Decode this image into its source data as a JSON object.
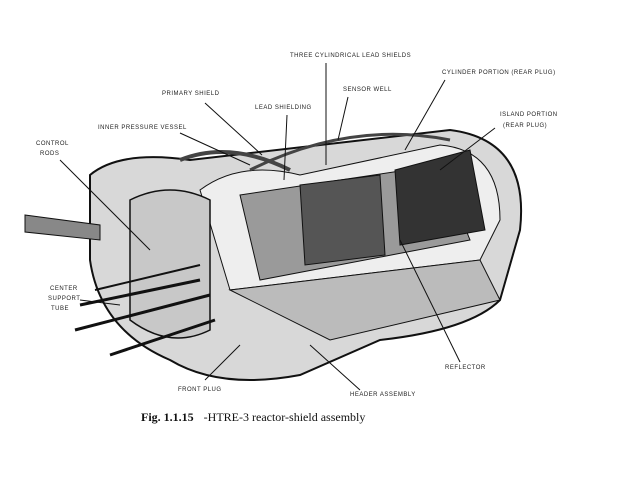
{
  "labels": {
    "three_lead_shields": "THREE CYLINDRICAL LEAD SHIELDS",
    "cylinder_portion": "CYLINDER PORTION (REAR PLUG)",
    "primary_shield": "PRIMARY SHIELD",
    "sensor_well": "SENSOR WELL",
    "lead_shielding": "LEAD SHIELDING",
    "island_portion_1": "ISLAND PORTION",
    "island_portion_2": "(REAR PLUG)",
    "inner_pressure_vessel": "INNER PRESSURE VESSEL",
    "control_rods_1": "CONTROL",
    "control_rods_2": "RODS",
    "center_support_1": "CENTER",
    "center_support_2": "SUPPORT",
    "center_support_3": "TUBE",
    "reflector": "REFLECTOR",
    "front_plug": "FRONT PLUG",
    "header_assembly": "HEADER ASSEMBLY"
  },
  "caption": {
    "figure_number": "Fig. 1.1.15",
    "title": "-HTRE-3 reactor-shield assembly"
  }
}
